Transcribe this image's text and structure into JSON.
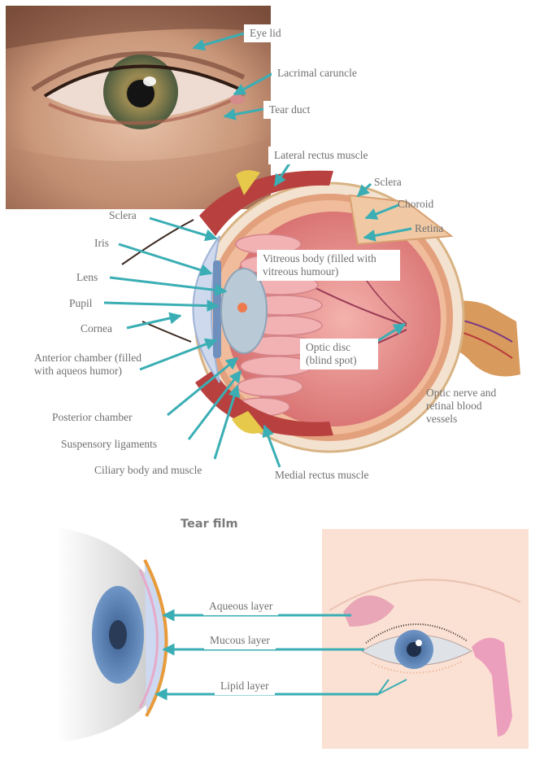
{
  "photo_labels": {
    "eye_lid": "Eye lid",
    "lacrimal_caruncle": "Lacrimal caruncle",
    "tear_duct": "Tear duct"
  },
  "anatomy_labels": {
    "lateral_rectus": "Lateral rectus muscle",
    "sclera_right": "Sclera",
    "choroid": "Choroid",
    "retina": "Retina",
    "sclera_left": "Sclera",
    "iris": "Iris",
    "lens": "Lens",
    "pupil": "Pupil",
    "cornea": "Cornea",
    "anterior_chamber": "Anterior chamber (filled with aqueos humor)",
    "posterior_chamber": "Posterior chamber",
    "suspensory_ligaments": "Suspensory ligaments",
    "ciliary_body": "Ciliary body and muscle",
    "medial_rectus": "Medial rectus muscle",
    "vitreous_body": "Vitreous body (filled with vitreous humour)",
    "optic_disc": "Optic disc (blind spot)",
    "optic_nerve": "Optic nerve and retinal blood vessels"
  },
  "tear_film": {
    "title": "Tear film",
    "aqueous": "Aqueous layer",
    "mucous": "Mucous layer",
    "lipid": "Lipid layer"
  },
  "colors": {
    "arrow": "#3aaeb4",
    "muscle": "#b8413f",
    "sclera": "#f3e2cf",
    "retina_inner": "#e98f8f",
    "lens": "#b9c9d6",
    "iris_blue": "#4f79b0",
    "skin_panel": "#fbe1d3",
    "cornea_edge": "#e79b3a"
  }
}
